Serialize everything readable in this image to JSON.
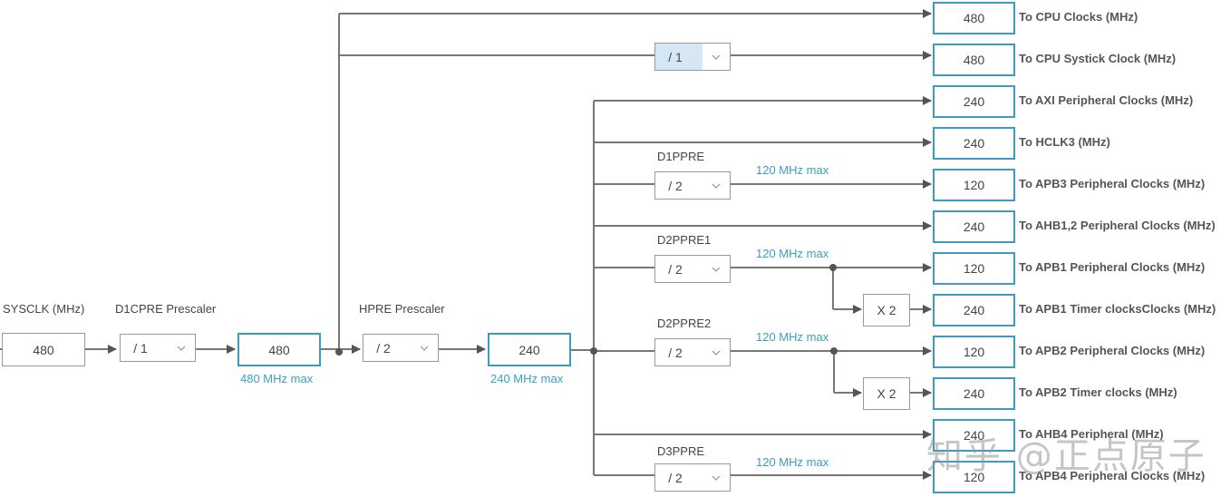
{
  "input": {
    "sysclk_label": "SYSCLK (MHz)",
    "sysclk_value": "480"
  },
  "d1cpre": {
    "label": "D1CPRE Prescaler",
    "value": "/ 1",
    "output": "480",
    "max": "480 MHz max"
  },
  "hpre": {
    "label": "HPRE Prescaler",
    "value": "/ 2",
    "output": "240",
    "max": "240 MHz max"
  },
  "systick_divider": {
    "value": "/ 1"
  },
  "d1ppre": {
    "label": "D1PPRE",
    "value": "/ 2",
    "max": "120 MHz max"
  },
  "d2ppre1": {
    "label": "D2PPRE1",
    "value": "/ 2",
    "max": "120 MHz max",
    "timer_mult": "X 2"
  },
  "d2ppre2": {
    "label": "D2PPRE2",
    "value": "/ 2",
    "max": "120 MHz max",
    "timer_mult": "X 2"
  },
  "d3ppre": {
    "label": "D3PPRE",
    "value": "/ 2",
    "max": "120 MHz max"
  },
  "outputs": [
    {
      "value": "480",
      "label": "To CPU Clocks (MHz)"
    },
    {
      "value": "480",
      "label": "To CPU Systick Clock (MHz)"
    },
    {
      "value": "240",
      "label": "To AXI Peripheral Clocks (MHz)"
    },
    {
      "value": "240",
      "label": "To HCLK3 (MHz)"
    },
    {
      "value": "120",
      "label": "To APB3 Peripheral Clocks (MHz)"
    },
    {
      "value": "240",
      "label": "To AHB1,2 Peripheral Clocks (MHz)"
    },
    {
      "value": "120",
      "label": "To APB1 Peripheral Clocks (MHz)"
    },
    {
      "value": "240",
      "label": "To APB1 Timer clocksClocks (MHz)"
    },
    {
      "value": "120",
      "label": "To APB2 Peripheral Clocks (MHz)"
    },
    {
      "value": "240",
      "label": "To APB2 Timer clocks (MHz)"
    },
    {
      "value": "240",
      "label": "To AHB4 Peripheral (MHz)"
    },
    {
      "value": "120",
      "label": "To APB4 Peripheral Clocks (MHz)"
    }
  ],
  "icons": {
    "dropdown": "chevron-down-icon"
  },
  "colors": {
    "accent_border": "#3d9cbd",
    "max_text": "#3a9fc7",
    "wire": "#666666",
    "selected_bg": "#d5e6f5"
  },
  "watermark": "知乎 @正点原子"
}
